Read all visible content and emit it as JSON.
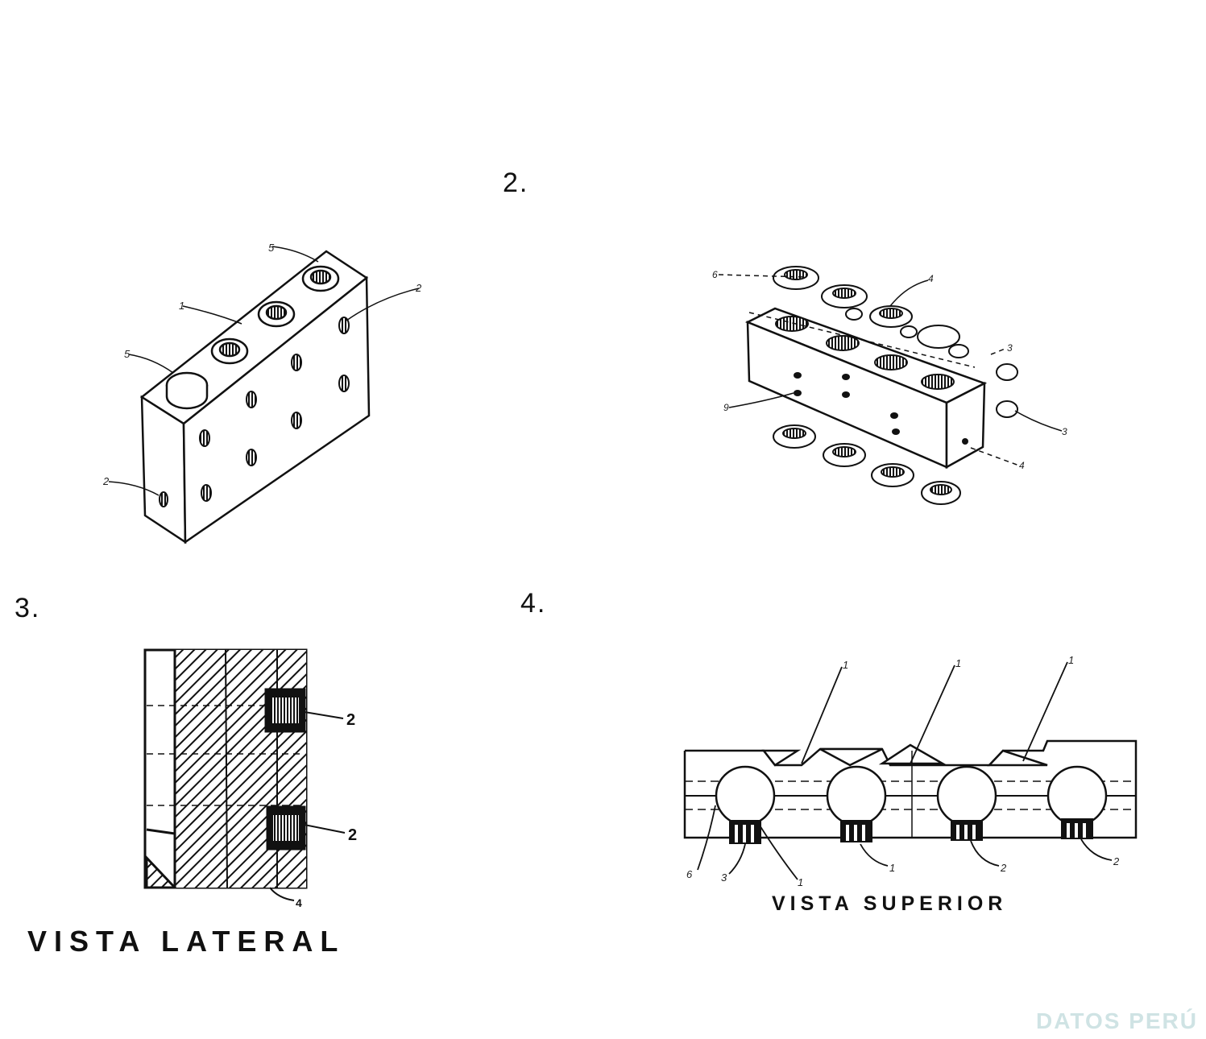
{
  "figures": {
    "fig2": {
      "number": "2."
    },
    "fig3": {
      "number": "3.",
      "caption": "VISTA LATERAL",
      "labels": [
        "2",
        "2",
        "4"
      ]
    },
    "fig4": {
      "number": "4.",
      "caption": "VISTA SUPERIOR",
      "top_labels": [
        "1",
        "1",
        "1"
      ],
      "bottom_labels": [
        "6",
        "3",
        "1",
        "1",
        "2",
        "2"
      ]
    }
  },
  "fig1_labels": [
    "5",
    "1",
    "2",
    "5",
    "2"
  ],
  "fig2_labels": [
    "6",
    "4",
    "3",
    "3",
    "9",
    "4"
  ],
  "watermark": "DATOS PERÚ",
  "colors": {
    "ink": "#111111",
    "watermark": "#cfe3e4",
    "background": "#ffffff"
  }
}
